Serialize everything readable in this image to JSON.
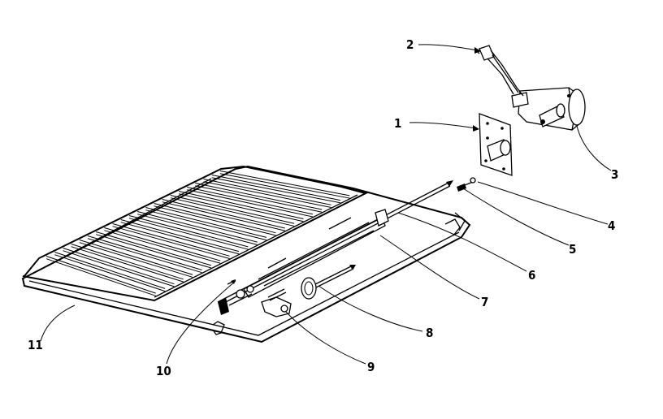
{
  "callouts": [
    {
      "id": "1",
      "label": "1"
    },
    {
      "id": "2",
      "label": "2"
    },
    {
      "id": "3",
      "label": "3"
    },
    {
      "id": "4",
      "label": "4"
    },
    {
      "id": "5",
      "label": "5"
    },
    {
      "id": "6",
      "label": "6"
    },
    {
      "id": "7",
      "label": "7"
    },
    {
      "id": "8",
      "label": "8"
    },
    {
      "id": "9",
      "label": "9"
    },
    {
      "id": "10",
      "label": "10"
    },
    {
      "id": "11",
      "label": "11"
    }
  ]
}
